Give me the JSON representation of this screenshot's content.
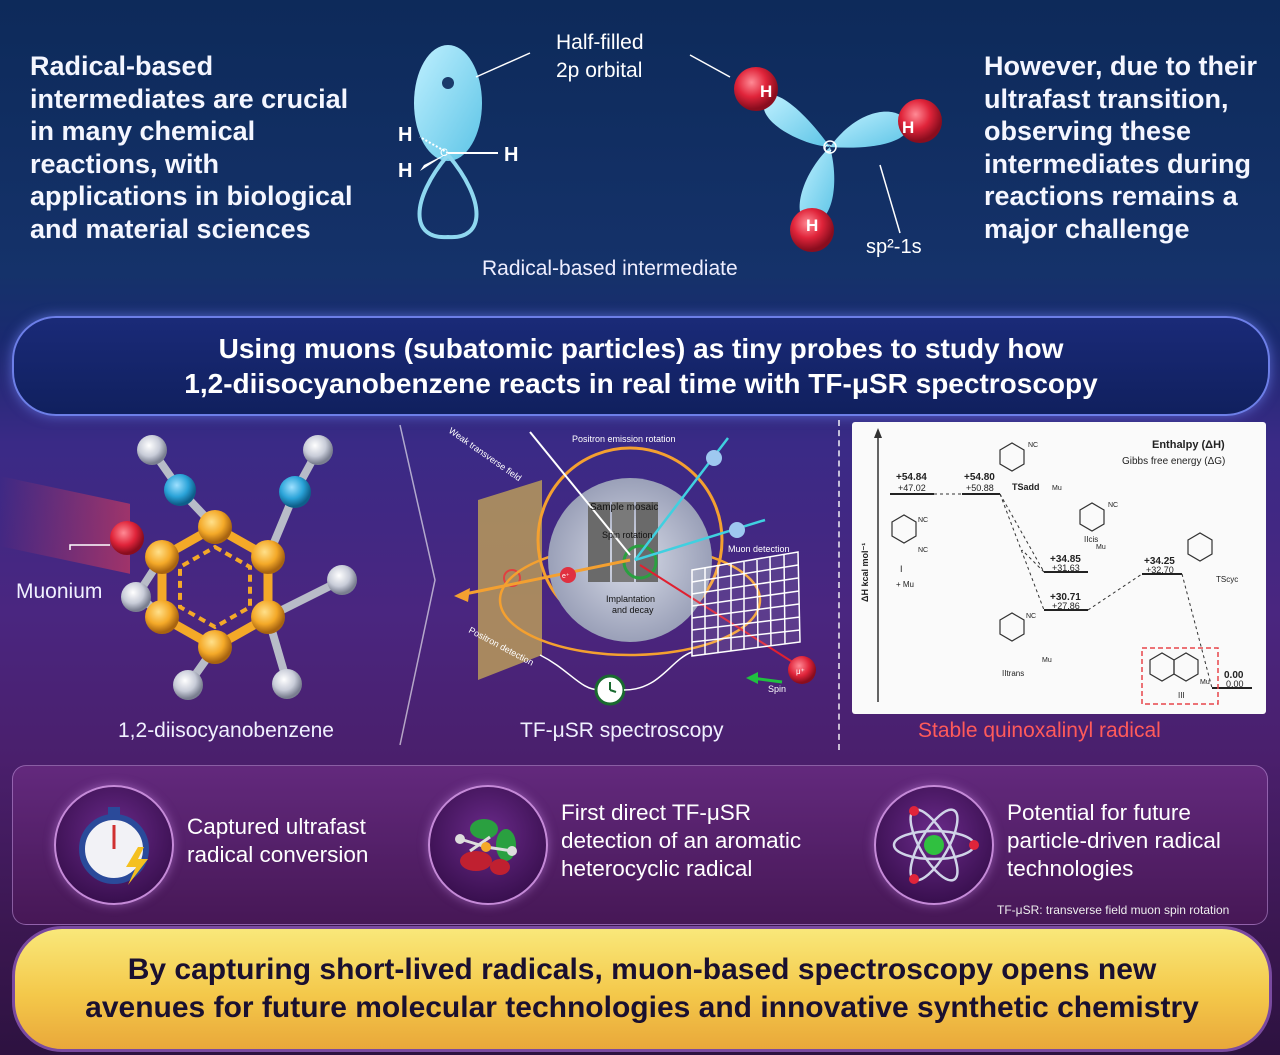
{
  "top": {
    "left_text": [
      "Radical-based",
      "intermediates are crucial",
      "in many chemical",
      "reactions, with",
      "applications in biological",
      "and material sciences"
    ],
    "right_text": [
      "However, due to their",
      "ultrafast transition,",
      "observing these",
      "intermediates during",
      "reactions remains a",
      "major challenge"
    ],
    "orbital_label": [
      "Half-filled",
      "2p orbital"
    ],
    "sp_label": "sp²-1s",
    "caption": "Radical-based intermediate",
    "atom_h": "H",
    "atom_c": "C"
  },
  "banner": {
    "line1": "Using muons (subatomic particles) as tiny probes to study how",
    "line2": "1,2-diisocyanobenzene reacts in real time with TF-μSR spectroscopy"
  },
  "middle": {
    "muonium_label": "Muonium",
    "molecule_caption": "1,2-diisocyanobenzene",
    "spectroscopy_caption": "TF-μSR spectroscopy",
    "spectroscopy_labels": {
      "weak_field": "Weak transverse field",
      "positron_rotation": "Positron emission rotation",
      "sample_mosaic": "Sample mosaic",
      "spin_rotation": "Spin rotation",
      "implantation": [
        "Implantation",
        "and decay"
      ],
      "muon_detection": "Muon detection",
      "positron_detection": "Positron detection",
      "spin": "Spin",
      "e_plus": "e⁺",
      "mu_plus": "μ⁺"
    },
    "energy_diagram": {
      "legend_enthalpy": "Enthalpy (ΔH)",
      "legend_gibbs": "Gibbs free energy (ΔG)",
      "y_axis": "ΔH kcal mol⁻¹",
      "states": [
        {
          "label": "I",
          "sub": "+ Mu",
          "h": "+54.84",
          "g": "+47.02"
        },
        {
          "label": "TSadd",
          "h": "+54.80",
          "g": "+50.88"
        },
        {
          "label": "IIcis",
          "h": "+34.85",
          "g": "+31.63"
        },
        {
          "label": "IItrans",
          "h": "+30.71",
          "g": "+27.86"
        },
        {
          "label": "TScyc",
          "h": "+34.25",
          "g": "+32.70"
        },
        {
          "label": "III",
          "h": "0.00",
          "g": "0.00"
        }
      ],
      "nc": "NC",
      "mu": "Mu"
    },
    "radical_caption": "Stable quinoxalinyl radical"
  },
  "features": [
    {
      "icon": "stopwatch-icon",
      "text": [
        "Captured ultrafast",
        "radical conversion"
      ]
    },
    {
      "icon": "molecule-orbital-icon",
      "text": [
        "First direct TF-μSR",
        "detection of an aromatic",
        "heterocyclic radical"
      ]
    },
    {
      "icon": "atom-icon",
      "text": [
        "Potential for future",
        "particle-driven radical",
        "technologies"
      ]
    }
  ],
  "footnote": "TF-μSR: transverse field muon spin rotation",
  "bottom": {
    "line1": "By capturing short-lived radicals, muon-based spectroscopy opens new",
    "line2": "avenues for future molecular technologies and innovative synthetic chemistry"
  },
  "colors": {
    "orbital": "#8fd8f0",
    "hydrogen": "#e0243a",
    "carbon_ring": "#f4a928",
    "nitrogen": "#2aa3d8",
    "accent_red": "#e8444a",
    "banner_border": "#6d7fe8",
    "bottom_yellow": "#f4c84a"
  }
}
